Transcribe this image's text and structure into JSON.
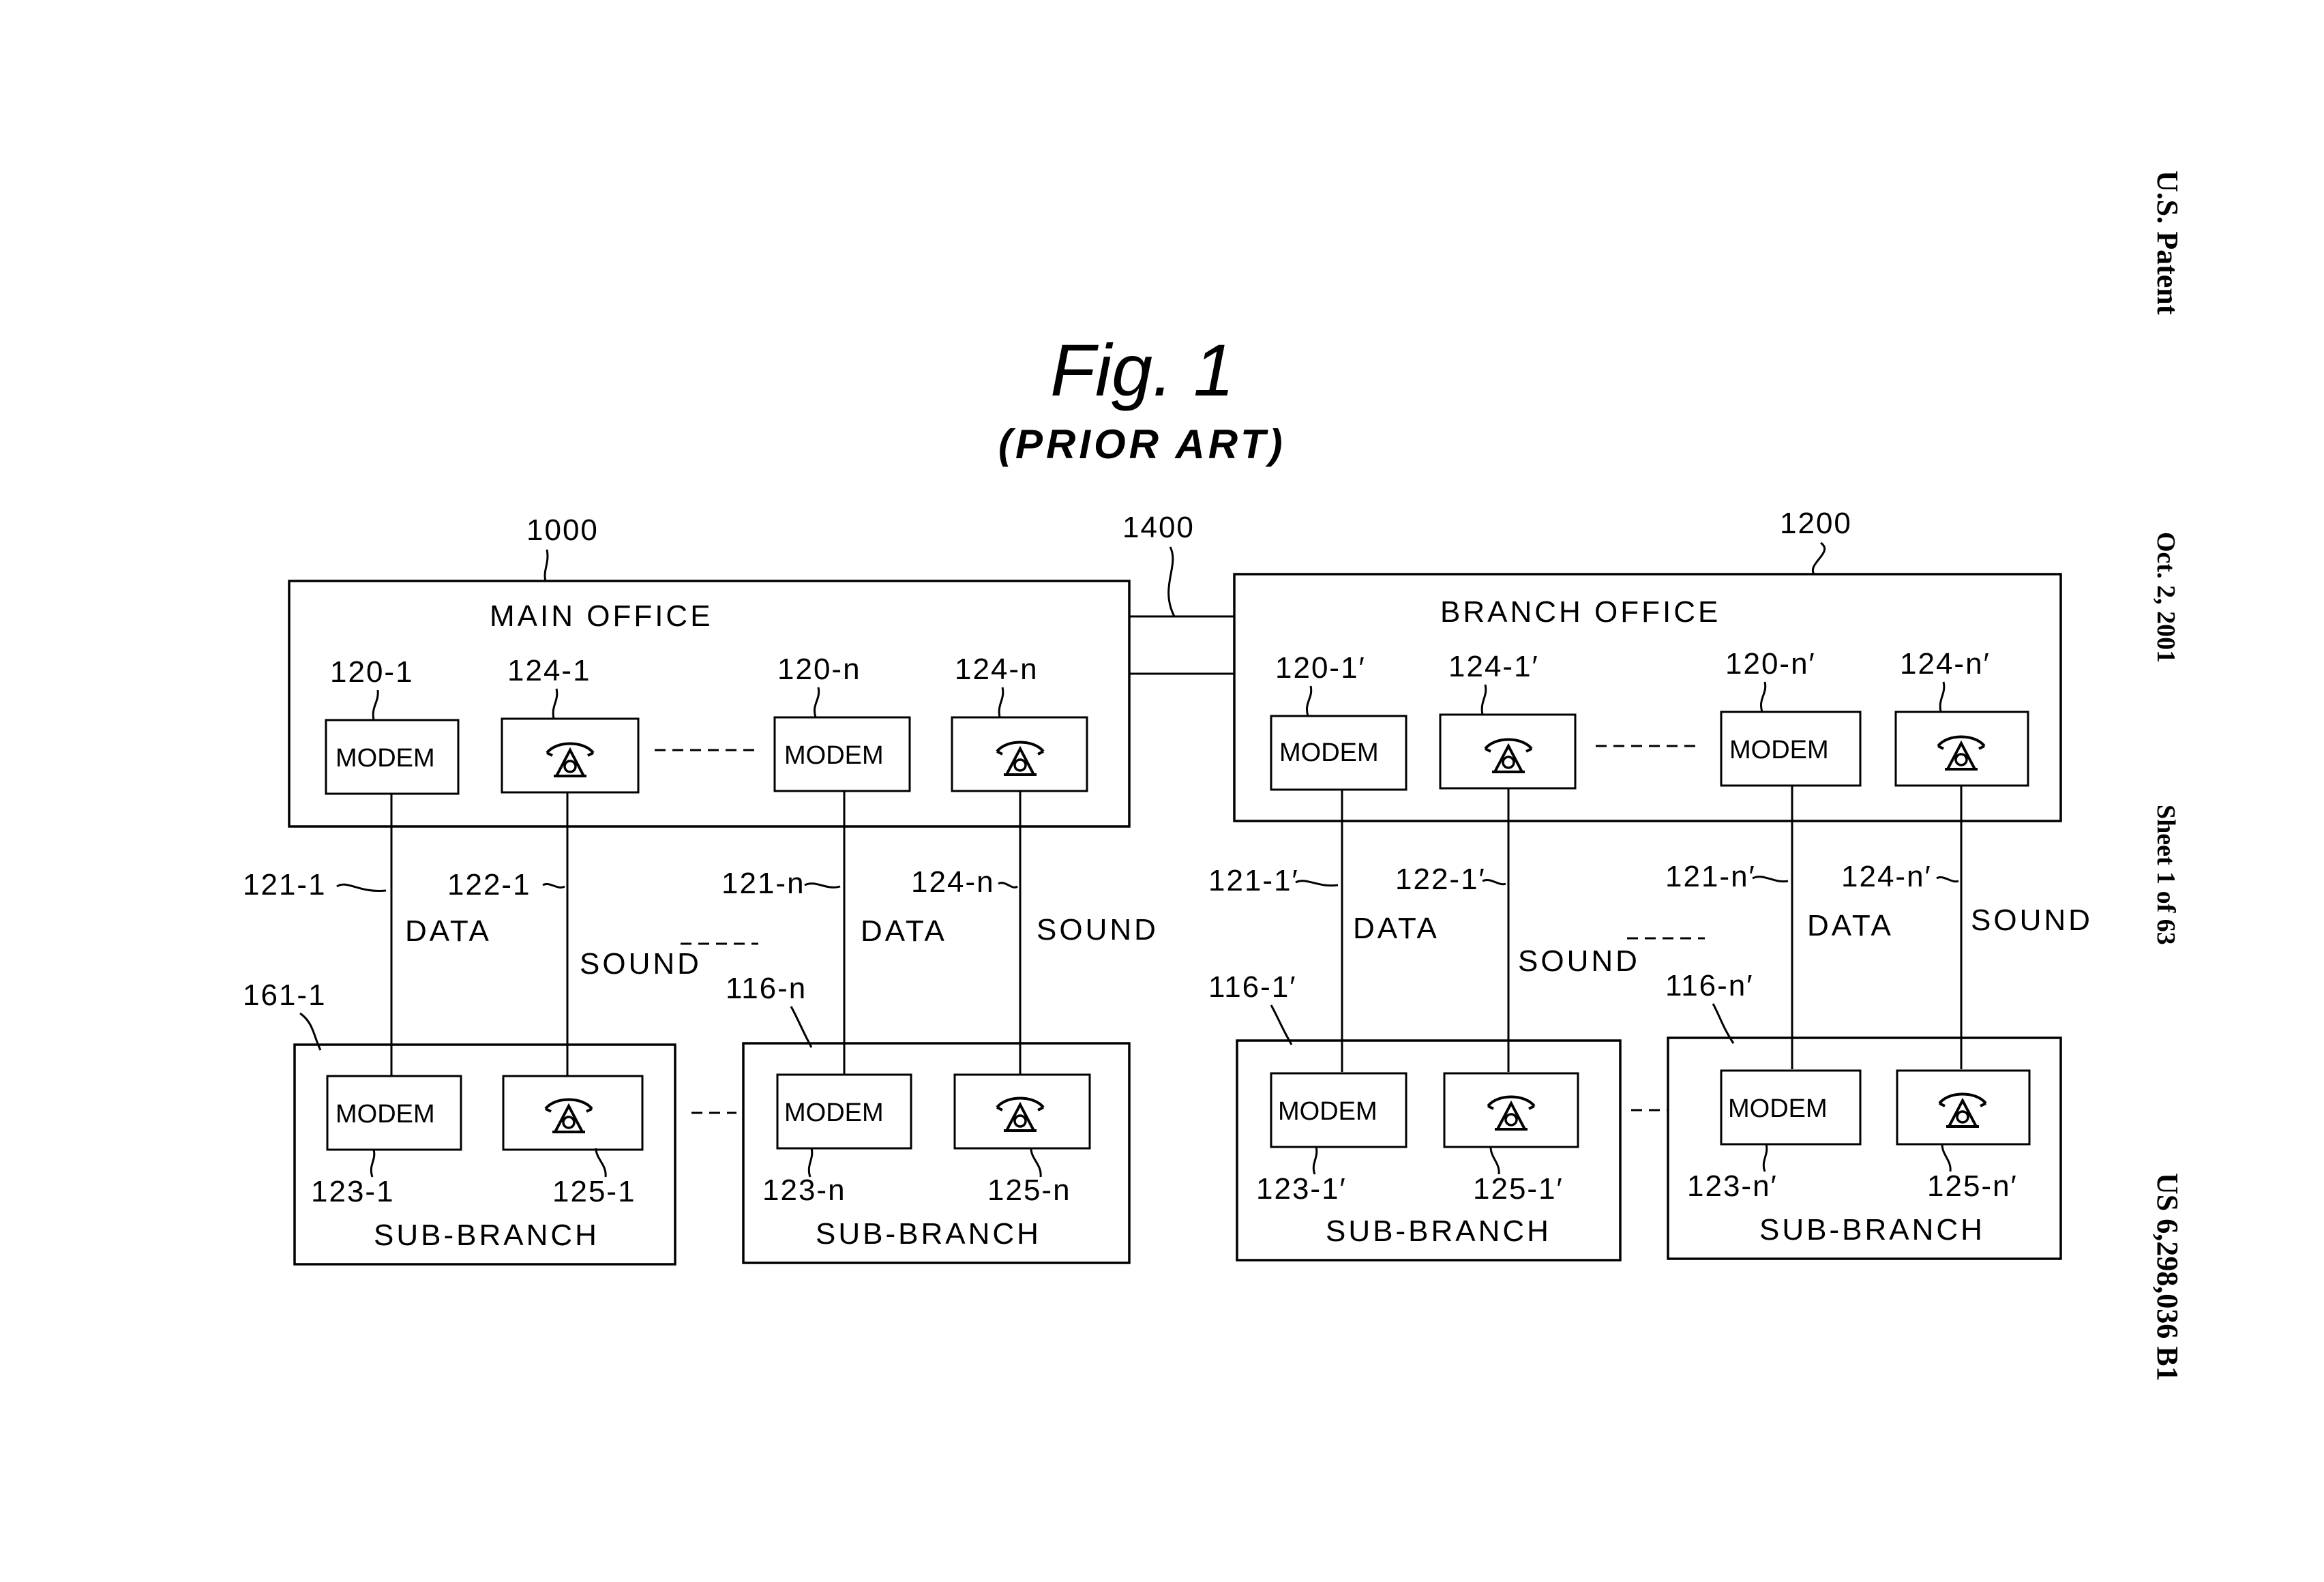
{
  "figure": {
    "title": "Fig. 1",
    "subtitle": "(PRIOR ART)"
  },
  "header": {
    "patent_label": "U.S. Patent",
    "date": "Oct. 2, 2001",
    "sheet": "Sheet 1 of 63",
    "number": "US 6,298,036 B1"
  },
  "offices": {
    "main": {
      "ref": "1000",
      "label": "MAIN OFFICE"
    },
    "branch": {
      "ref": "1200",
      "label": "BRANCH OFFICE"
    },
    "link_ref": "1400"
  },
  "main_units": {
    "modem1_ref": "120-1",
    "phone1_ref": "124-1",
    "modemn_ref": "120-n",
    "phonen_ref": "124-n",
    "modem_text": "MODEM"
  },
  "branch_units": {
    "modem1_ref": "120-1′",
    "phone1_ref": "124-1′",
    "modemn_ref": "120-n′",
    "phonen_ref": "124-n′",
    "modem_text": "MODEM"
  },
  "lines": {
    "m_data1_ref": "121-1",
    "m_sound1_ref": "122-1",
    "m_datan_ref": "121-n",
    "m_soundn_ref": "124-n",
    "b_data1_ref": "121-1′",
    "b_sound1_ref": "122-1′",
    "b_datan_ref": "121-n′",
    "b_soundn_ref": "124-n′",
    "data": "DATA",
    "sound": "SOUND"
  },
  "sub_branches": [
    {
      "ref": "161-1",
      "modem_ref": "123-1",
      "phone_ref": "125-1",
      "label": "SUB-BRANCH",
      "modem_text": "MODEM"
    },
    {
      "ref": "116-n",
      "modem_ref": "123-n",
      "phone_ref": "125-n",
      "label": "SUB-BRANCH",
      "modem_text": "MODEM"
    },
    {
      "ref": "116-1′",
      "modem_ref": "123-1′",
      "phone_ref": "125-1′",
      "label": "SUB-BRANCH",
      "modem_text": "MODEM"
    },
    {
      "ref": "116-n′",
      "modem_ref": "123-n′",
      "phone_ref": "125-n′",
      "label": "SUB-BRANCH",
      "modem_text": "MODEM"
    }
  ]
}
